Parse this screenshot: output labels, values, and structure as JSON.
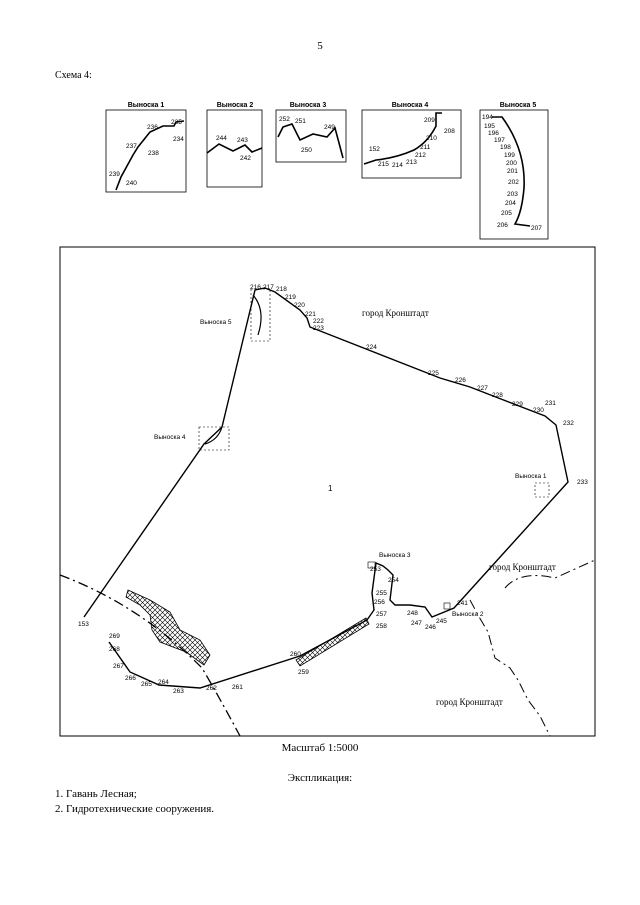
{
  "page_number": "5",
  "scheme_title": "Схема 4:",
  "insets": [
    {
      "title": "Выноска 1",
      "labels": [
        "235",
        "236",
        "234",
        "237",
        "238",
        "239",
        "240"
      ]
    },
    {
      "title": "Выноска 2",
      "labels": [
        "244",
        "243",
        "242"
      ]
    },
    {
      "title": "Выноска 3",
      "labels": [
        "252",
        "251",
        "249",
        "250"
      ]
    },
    {
      "title": "Выноска 4",
      "labels": [
        "209",
        "208",
        "210",
        "211",
        "212",
        "213",
        "214",
        "215",
        "152"
      ]
    },
    {
      "title": "Выноска 5",
      "labels": [
        "194",
        "195",
        "196",
        "197",
        "198",
        "199",
        "200",
        "201",
        "202",
        "203",
        "204",
        "205",
        "206",
        "207"
      ]
    }
  ],
  "map": {
    "zone_label": "1",
    "city_labels": [
      "город Кронштадт",
      "город Кронштадт",
      "город Кронштадт"
    ],
    "callout_labels": [
      "Выноска 5",
      "Выноска 4",
      "Выноска 1",
      "Выноска 3",
      "Выноска 2"
    ],
    "point_labels": [
      "216",
      "217",
      "218",
      "219",
      "220",
      "221",
      "222",
      "223",
      "224",
      "225",
      "226",
      "227",
      "228",
      "229",
      "230",
      "231",
      "232",
      "233",
      "241",
      "245",
      "246",
      "247",
      "248",
      "253",
      "254",
      "255",
      "256",
      "257",
      "258",
      "259",
      "260",
      "261",
      "262",
      "263",
      "264",
      "265",
      "266",
      "267",
      "268",
      "269",
      "153"
    ]
  },
  "scale": "Масштаб 1:5000",
  "explication_title": "Экспликация:",
  "explication_items": [
    "1. Гавань Лесная;",
    "2. Гидротехнические сооружения."
  ]
}
